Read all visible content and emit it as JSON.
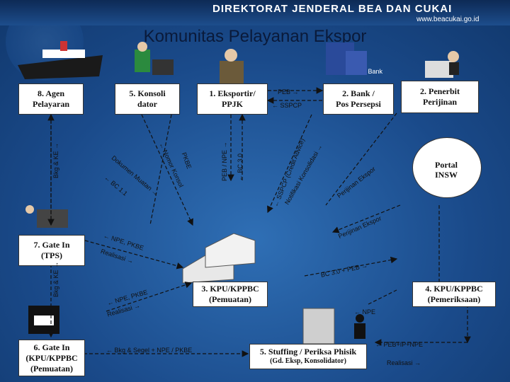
{
  "header": {
    "agency": "DIREKTORAT JENDERAL BEA DAN CUKAI",
    "url": "www.beacukai.go.id"
  },
  "title": "Komunitas Pelayanan Ekspor",
  "bank_icon_label": "Bank",
  "nodes": {
    "agen": "8. Agen\nPelayaran",
    "konsolidator": "5. Konsoli\ndator",
    "eksportir": "1. Eksportir/\nPPJK",
    "bank": "2. Bank /\nPos Persepsi",
    "penerbit": "2. Penerbit\nPerijinan",
    "portal": "Portal\nINSW",
    "gate_tps": "7. Gate In\n(TPS)",
    "kpu_pemuatan": "3. KPU/KPPBC\n(Pemuatan)",
    "kpu_pemeriksaan": "4. KPU/KPPBC\n(Pemeriksaan)",
    "gate_kpu": "6. Gate In\n(KPU/KPPBC\n(Pemuatan)",
    "stuffing": "5. Stuffing / Periksa Phisik",
    "stuffing_sub": "(Gd. Eksp, Konsolidator)"
  },
  "flows": {
    "peb": "PEB →",
    "sspcp": "← SSPCP",
    "bkg_ke_1": "Bkg & KE →",
    "bkg_ke_2": "Bkg & KE →",
    "pkbe_nomor": "PKBE",
    "nomor_konsol": "← Nomor Konsol",
    "dokumen_muatan": "Dokumen Muatan →",
    "bc11": "← BC 1.1",
    "peb_npe": "PEB / NPE →",
    "bc30_eks": "← BC 3.0",
    "credit_advice": "← SSPCP (Credit Advice)",
    "notif_konsolidasi": "Notifikasi Konsolidasi →",
    "perijinan_1": "Perijinan Ekspor",
    "perijinan_2": "Perijinan Ekspor",
    "npe_pkbe_1": "← NPE, PKBE",
    "realisasi_1": "Realisasi →",
    "bc30_peb": "BC 3.0 + PEB →",
    "npe_pkbe_2": "← NPE, PKBE",
    "realisasi_2": "Realisasi →",
    "bkg_segel": "← Bkg & Segel + NPE / PKBE",
    "npe_right": "← NPE",
    "peb_ip_npe": "← PEB+IP+NPE",
    "realisasi_3": "Realisasi →"
  },
  "colors": {
    "background": "#1a4a8a",
    "header": "#0d2a55",
    "box_fill": "#ffffff",
    "arrow_dashed": "#111111"
  }
}
